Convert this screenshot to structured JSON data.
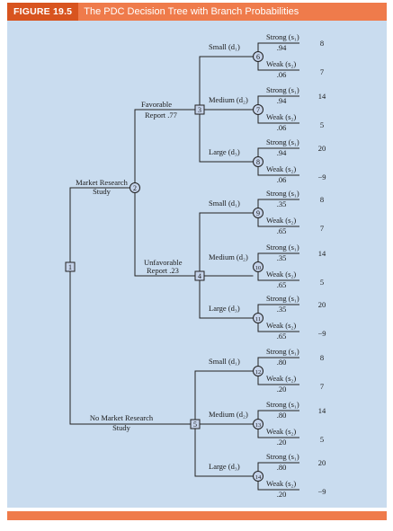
{
  "figure": {
    "label": "FIGURE 19.5",
    "title": "The PDC Decision Tree with Branch Probabilities"
  },
  "colors": {
    "accent": "#ef7b4b",
    "accent_dark": "#d8541f",
    "panel": "#c9dcef",
    "node_fill": "#c5d3ea"
  },
  "tree": {
    "root": {
      "id": "1",
      "type": "decision"
    },
    "study_node": {
      "id": "2",
      "type": "chance"
    },
    "branch_labels": {
      "study": [
        "Market Research",
        "Study"
      ],
      "no_study": [
        "No Market Research",
        "Study"
      ],
      "favorable": [
        "Favorable",
        "Report .77"
      ],
      "unfavorable": [
        "Unfavorable",
        "Report .23"
      ]
    },
    "decision_nodes": [
      {
        "id": "3",
        "type": "decision"
      },
      {
        "id": "4",
        "type": "decision"
      },
      {
        "id": "5",
        "type": "decision"
      }
    ],
    "plants": [
      "Small (d₁)",
      "Medium (d₂)",
      "Large (d₃)"
    ],
    "state_nodes": [
      "6",
      "7",
      "8",
      "9",
      "10",
      "11",
      "12",
      "13",
      "14"
    ],
    "outcomes": {
      "strong": "Strong (s₁)",
      "weak": "Weak (s₂)"
    },
    "probabilities": {
      "favorable": {
        "strong": ".94",
        "weak": ".06"
      },
      "unfavorable": {
        "strong": ".35",
        "weak": ".65"
      },
      "no_study": {
        "strong": ".80",
        "weak": ".20"
      }
    },
    "payoffs": [
      {
        "strong": "8",
        "weak": "7"
      },
      {
        "strong": "14",
        "weak": "5"
      },
      {
        "strong": "20",
        "weak": "−9"
      }
    ]
  }
}
